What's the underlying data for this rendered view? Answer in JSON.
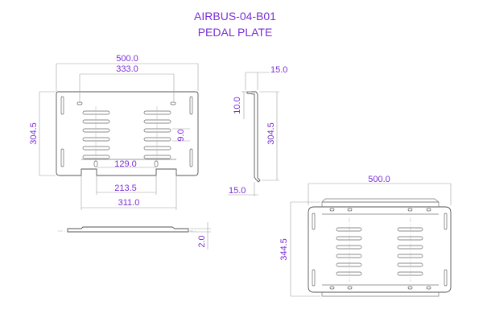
{
  "title": {
    "part_number": "AIRBUS-04-B01",
    "part_name": "PEDAL PLATE"
  },
  "dimensions": {
    "top_width": "500.0",
    "top_slot_span": "333.0",
    "top_height": "304.5",
    "slot_spacing": "9.0",
    "notch_inner": "129.0",
    "notch_mid": "213.5",
    "notch_outer": "311.0",
    "side_flange_top": "15.0",
    "side_bend_top": "10.0",
    "side_height": "304.5",
    "side_flange_bottom": "15.0",
    "front_thickness": "2.0",
    "iso_width": "500.0",
    "iso_depth": "344.5"
  }
}
